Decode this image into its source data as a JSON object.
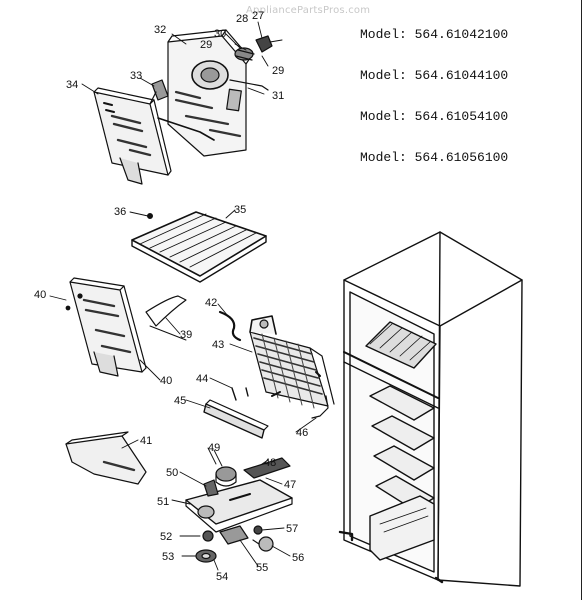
{
  "watermark": "AppliancePartsPros.com",
  "models": [
    "Model: 564.61042100",
    "Model: 564.61044100",
    "Model: 564.61054100",
    "Model: 564.61056100"
  ],
  "callouts": [
    "27",
    "28",
    "29",
    "30",
    "31",
    "32",
    "33",
    "34",
    "35",
    "36",
    "39",
    "40",
    "41",
    "42",
    "43",
    "44",
    "45",
    "46",
    "47",
    "48",
    "49",
    "50",
    "51",
    "52",
    "53",
    "54",
    "55",
    "56",
    "57"
  ],
  "labels": {
    "n27": "27",
    "n28": "28",
    "n29a": "29",
    "n29b": "29",
    "n30": "30",
    "n31": "31",
    "n32": "32",
    "n33": "33",
    "n34": "34",
    "n35": "35",
    "n36": "36",
    "n39": "39",
    "n40a": "40",
    "n40b": "40",
    "n41": "41",
    "n42": "42",
    "n43": "43",
    "n44": "44",
    "n45": "45",
    "n46": "46",
    "n47": "47",
    "n48": "48",
    "n49": "49",
    "n50": "50",
    "n51": "51",
    "n52": "52",
    "n53": "53",
    "n54": "54",
    "n55": "55",
    "n56": "56",
    "n57": "57"
  }
}
